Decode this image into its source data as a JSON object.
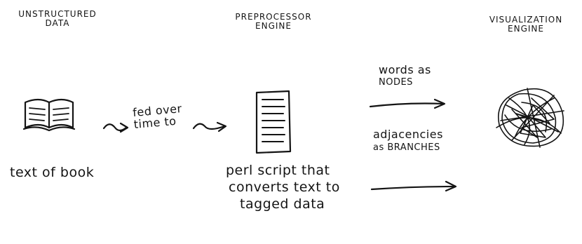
{
  "stages": {
    "unstructured": [
      "UNSTRUCTURED",
      "DATA"
    ],
    "preprocessor": [
      "PREPROCESSOR",
      "ENGINE"
    ],
    "visualization": [
      "VISUALIZATION",
      "ENGINE"
    ]
  },
  "captions": {
    "book": "text of book",
    "perl": [
      "perl script that",
      "converts text to",
      "tagged data"
    ],
    "fed": [
      "fed over",
      "time to"
    ],
    "words": [
      "words as",
      "NODES"
    ],
    "adjacencies": [
      "adjacencies",
      "as BRANCHES"
    ]
  },
  "icons": {
    "book": "open-book-icon",
    "document": "document-icon",
    "network": "scribble-network-icon"
  }
}
